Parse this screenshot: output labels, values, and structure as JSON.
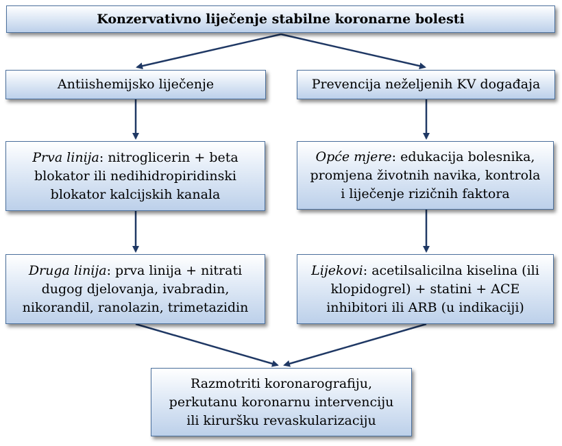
{
  "title": "Konzervativno liječenje stabilne koronarne bolesti",
  "left": {
    "header": "Antiishemijsko liječenje",
    "step1": {
      "label": "Prva linija",
      "line1": ": nitroglicerin + beta",
      "line2": "blokator ili nedihidropiridinski",
      "line3": "blokator kalcijskih kanala"
    },
    "step2": {
      "label": "Druga linija",
      "line1": ": prva linija + nitrati",
      "line2": "dugog djelovanja, ivabradin,",
      "line3": "nikorandil, ranolazin, trimetazidin"
    }
  },
  "right": {
    "header": "Prevencija neželjenih KV događaja",
    "step1": {
      "label": "Opće mjere",
      "line1": ": edukacija bolesnika,",
      "line2": "promjena životnih navika, kontrola",
      "line3": "i liječenje rizičnih faktora"
    },
    "step2": {
      "label": "Lijekovi",
      "line1": ": acetilsalicilna kiselina (ili",
      "line2": "klopidogrel) + statini + ACE",
      "line3": "inhibitori ili ARB (u indikaciji)"
    }
  },
  "bottom": {
    "line1": "Razmotriti koronarografiju,",
    "line2": "perkutanu koronarnu intervenciju",
    "line3": "ili kiruršku revaskularizaciju"
  },
  "colors": {
    "border": "#4a6f9c",
    "arrow": "#1f3864",
    "fill_top": "#ffffff",
    "fill_bottom": "#bcd0ea"
  }
}
